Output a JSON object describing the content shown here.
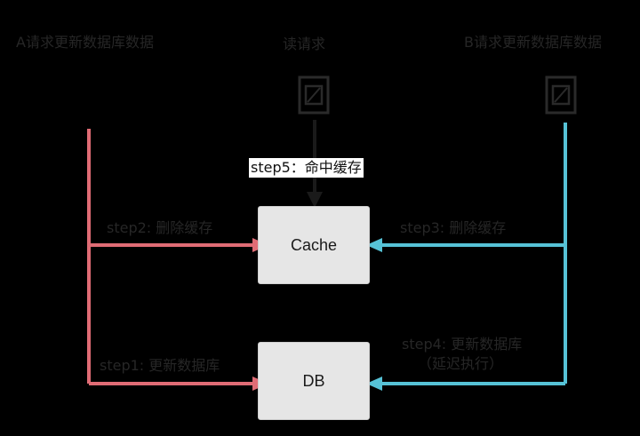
{
  "actors": {
    "request_a": "A请求更新数据库数据",
    "reader": "读请求",
    "request_b": "B请求更新数据库数据"
  },
  "nodes": {
    "cache": "Cache",
    "db": "DB"
  },
  "steps": {
    "a_cache": "step2: 删除缓存",
    "b_cache": "step3: 删除缓存",
    "a_db": "step1: 更新数据库",
    "b_db_line1": "step4: 更新数据库",
    "b_db_line2": "（延迟执行）",
    "hit_cache": "step5：命中缓存"
  },
  "icons": {
    "reader_doc": "document-icon",
    "request_b_doc": "document-icon"
  },
  "colors": {
    "request_a_line": "#e06c75",
    "request_b_line": "#56c2d6",
    "reader_line": "#1a1a1a",
    "node_fill": "#e6e6e6"
  }
}
